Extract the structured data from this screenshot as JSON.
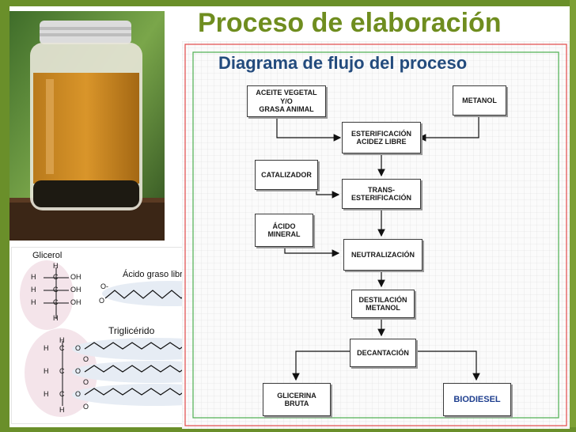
{
  "slide": {
    "title": "Proceso de elaboración"
  },
  "photo": {
    "subject": "glass-jar-of-oil"
  },
  "chemistry": {
    "glycerol_label": "Glicerol",
    "fatty_acid_label": "Ácido graso libre",
    "triglyceride_label": "Triglicérido",
    "atoms": {
      "h": "H",
      "c": "C",
      "oh": "OH",
      "o": "O",
      "o_minus": "O-"
    }
  },
  "flowchart": {
    "title": "Diagrama de flujo del proceso",
    "boxes": {
      "aceite": "ACEITE VEGETAL\nY/O\nGRASA ANIMAL",
      "metanol": "METANOL",
      "esterificacion": "ESTERIFICACIÓN\nACIDEZ LIBRE",
      "catalizador": "CATALIZADOR",
      "transesterificacion": "TRANS-\nESTERIFICACIÓN",
      "acido": "ÁCIDO\nMINERAL",
      "neutralizacion": "NEUTRALIZACIÓN",
      "destilacion": "DESTILACIÓN\nMETANOL",
      "decantacion": "DECANTACIÓN",
      "glicerina": "GLICERINA\nBRUTA",
      "biodiesel": "BIODIESEL"
    },
    "colors": {
      "title": "#234b7d",
      "biodiesel": "#1f3f8f",
      "frame_red": "#e24a4a",
      "frame_green": "#4caf50"
    }
  },
  "colors": {
    "brand_green": "#6f8d1f",
    "band": "#6a8f2a"
  }
}
